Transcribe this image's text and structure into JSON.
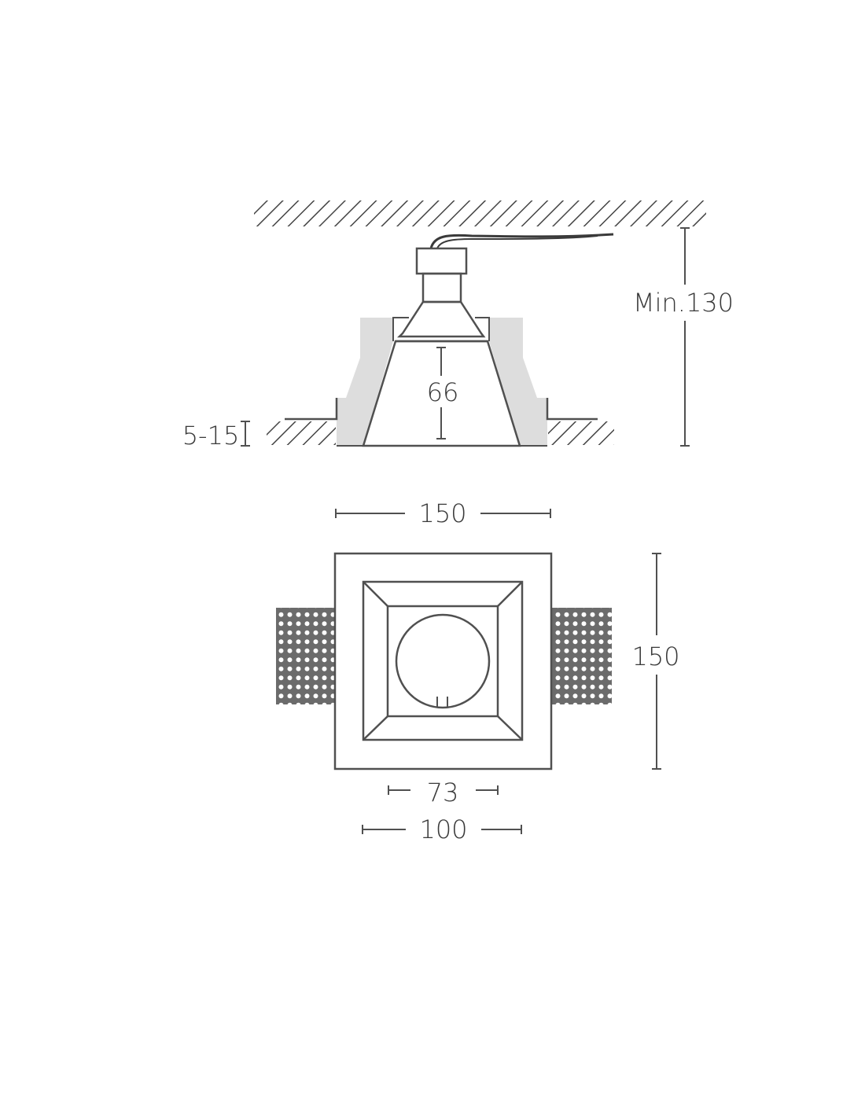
{
  "colors": {
    "line": "#505050",
    "plaster": "#dddddd",
    "perforated_plate": "#6b6b6b",
    "hatch": "#444444",
    "background": "#ffffff"
  },
  "side_view": {
    "dim_min_depth": "Min.130",
    "dim_lamp_height": "66",
    "dim_ceiling_thickness": "5-15"
  },
  "top_view": {
    "dim_overall_width": "150",
    "dim_overall_height": "150",
    "dim_aperture": "73",
    "dim_inner_frame": "100"
  }
}
